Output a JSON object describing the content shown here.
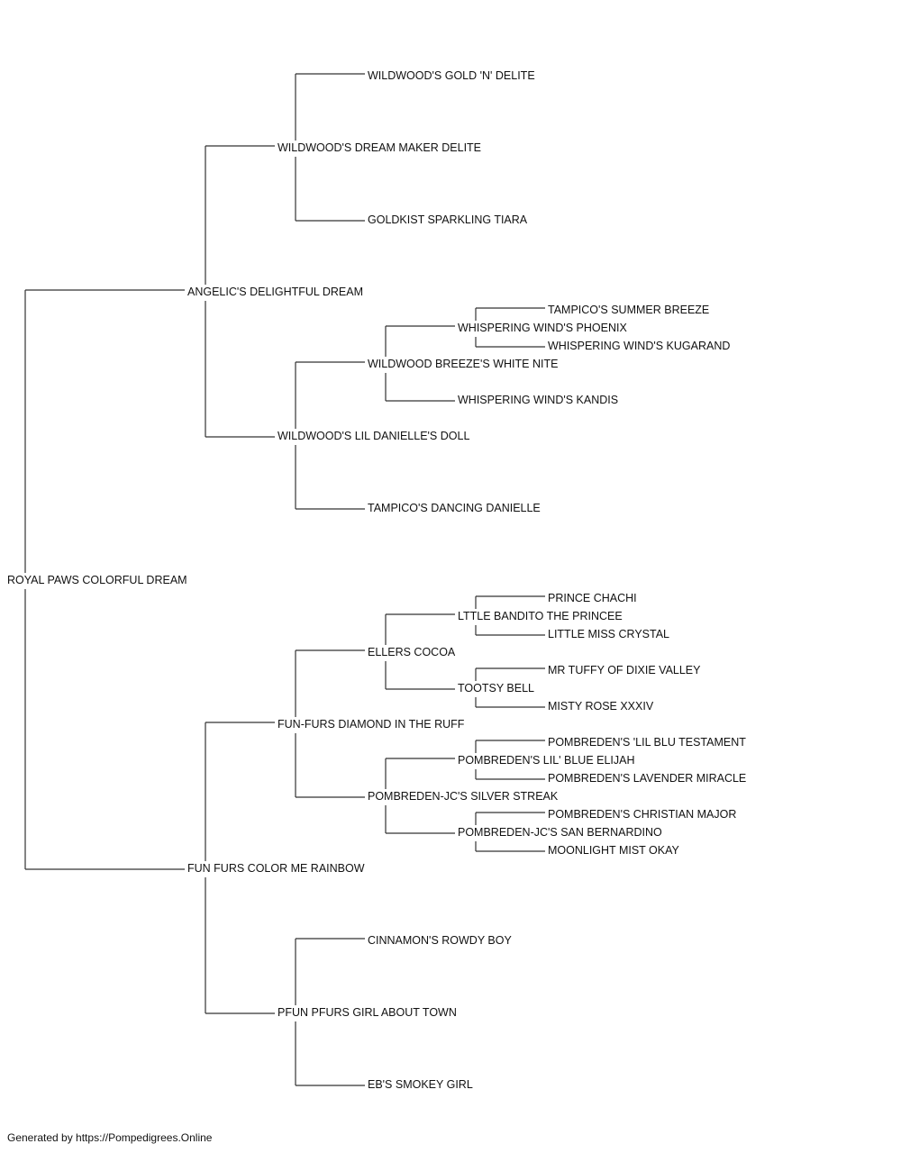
{
  "pedigree": {
    "subject": "ROYAL PAWS COLORFUL DREAM",
    "sire": {
      "name": "ANGELIC'S DELIGHTFUL DREAM",
      "sire": {
        "name": "WILDWOOD'S DREAM MAKER DELITE",
        "sire": {
          "name": "WILDWOOD'S GOLD 'N' DELITE"
        },
        "dam": {
          "name": "GOLDKIST SPARKLING TIARA"
        }
      },
      "dam": {
        "name": "WILDWOOD'S LIL DANIELLE'S DOLL",
        "sire": {
          "name": "WILDWOOD BREEZE'S WHITE NITE",
          "sire": {
            "name": "WHISPERING WIND'S PHOENIX",
            "sire": {
              "name": "TAMPICO'S SUMMER BREEZE"
            },
            "dam": {
              "name": "WHISPERING WIND'S KUGARAND"
            }
          },
          "dam": {
            "name": "WHISPERING WIND'S KANDIS"
          }
        },
        "dam": {
          "name": "TAMPICO'S DANCING DANIELLE"
        }
      }
    },
    "dam": {
      "name": "FUN FURS COLOR ME RAINBOW",
      "sire": {
        "name": "FUN-FURS DIAMOND IN THE RUFF",
        "sire": {
          "name": "ELLERS COCOA",
          "sire": {
            "name": "LTTLE BANDITO THE PRINCEE",
            "sire": {
              "name": "PRINCE CHACHI"
            },
            "dam": {
              "name": "LITTLE MISS CRYSTAL"
            }
          },
          "dam": {
            "name": "TOOTSY BELL",
            "sire": {
              "name": "MR TUFFY OF DIXIE VALLEY"
            },
            "dam": {
              "name": "MISTY ROSE XXXIV"
            }
          }
        },
        "dam": {
          "name": "POMBREDEN-JC'S SILVER STREAK",
          "sire": {
            "name": "POMBREDEN'S LIL' BLUE ELIJAH",
            "sire": {
              "name": "POMBREDEN'S 'LIL BLU TESTAMENT"
            },
            "dam": {
              "name": "POMBREDEN'S LAVENDER MIRACLE"
            }
          },
          "dam": {
            "name": "POMBREDEN-JC'S SAN BERNARDINO",
            "sire": {
              "name": "POMBREDEN'S CHRISTIAN MAJOR"
            },
            "dam": {
              "name": "MOONLIGHT MIST OKAY"
            }
          }
        }
      },
      "dam": {
        "name": "PFUN PFURS GIRL ABOUT TOWN",
        "sire": {
          "name": "CINNAMON'S ROWDY BOY"
        },
        "dam": {
          "name": "EB'S SMOKEY GIRL"
        }
      }
    }
  },
  "footer": "Generated by https://Pompedigrees.Online"
}
